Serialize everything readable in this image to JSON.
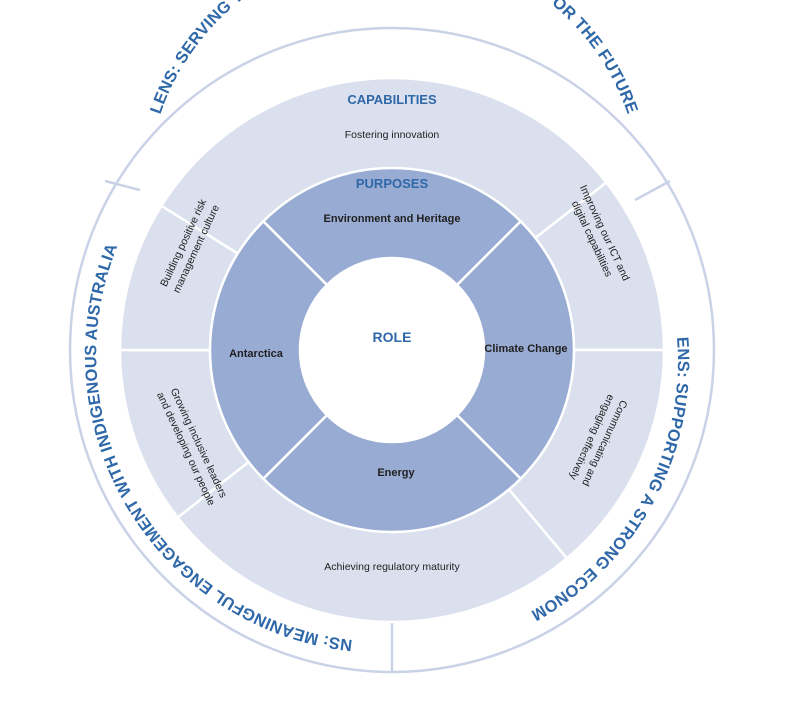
{
  "diagram": {
    "role_label": "ROLE",
    "purposes_heading": "PURPOSES",
    "capabilities_heading": "CAPABILITIES",
    "purposes": {
      "top": "Environment and Heritage",
      "right": "Climate Change",
      "bottom": "Energy",
      "left": "Antarctica"
    },
    "capabilities": {
      "top": "Fostering innovation",
      "top_right": [
        "Improving our ICT and",
        "digital capabilities"
      ],
      "right_lower": [
        "Communicating and",
        "engaging effectively"
      ],
      "bottom": "Achieving regulatory maturity",
      "left_lower": [
        "Growing inclusive leaders",
        "and developing our people"
      ],
      "top_left": [
        "Building positive risk",
        "management culture"
      ]
    },
    "lenses": {
      "top": "LENS: SERVING THE COMMUNITY IN THE PRESENT AND FOR THE FUTURE",
      "right": "LENS: SUPPORTING A STRONG ECONOMY",
      "left": "LENS: MEANINGFUL ENGAGEMENT WITH INDIGENOUS AUSTRALIANS"
    }
  },
  "colors": {
    "lens_text": "#2f68a8",
    "heading_text": "#2f68a8",
    "purpose_fill": "#98abd2",
    "capability_fill": "#dbe0ef",
    "outer_ring_stroke": "#c9d2e6",
    "role_fill": "#ffffff",
    "body_text": "#222222",
    "purpose_text": "#1f1f1f"
  }
}
